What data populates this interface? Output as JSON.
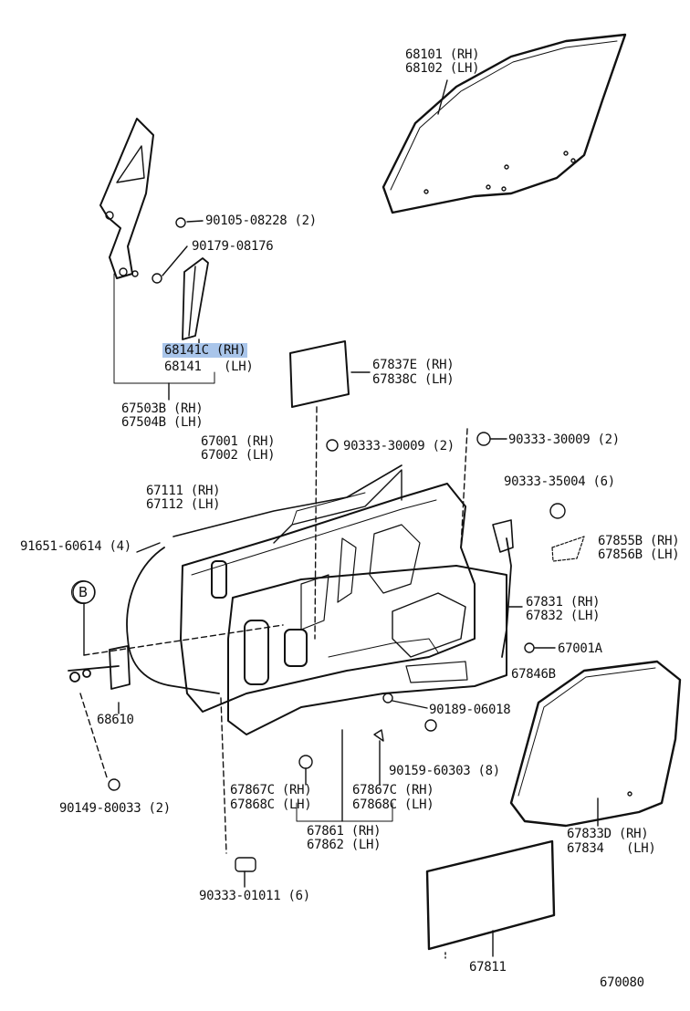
{
  "colors": {
    "ink": "#111111",
    "highlight": "#a9c5ea"
  },
  "labels": {
    "p68101": "68101 (RH)",
    "p68102": "68102 (LH)",
    "p90105": "90105-08228 (2)",
    "p90179": "90179-08176",
    "p68141c": "68141C (RH)",
    "p68141": "68141   (LH)",
    "p67837e": "67837E (RH)",
    "p67838c": "67838C (LH)",
    "p67503b": "67503B (RH)",
    "p67504b": "67504B (LH)",
    "p67001": "67001 (RH)",
    "p67002": "67002 (LH)",
    "p90333_30009_a": "90333-30009 (2)",
    "p90333_30009_b": "90333-30009 (2)",
    "p67111": "67111 (RH)",
    "p67112": "67112 (LH)",
    "p90333_35004": "90333-35004 (6)",
    "p91651": "91651-60614 (4)",
    "p67855b": "67855B (RH)",
    "p67856b": "67856B (LH)",
    "p67831": "67831 (RH)",
    "p67832": "67832 (LH)",
    "p67001a": "67001A",
    "p67846b": "67846B",
    "p90189": "90189-06018",
    "p68610": "68610",
    "p90159": "90159-60303 (8)",
    "p67867c_a": "67867C (RH)",
    "p67868c_a": "67868C (LH)",
    "p67867c_b": "67867C (RH)",
    "p67868c_b": "67868C (LH)",
    "p90149": "90149-80033 (2)",
    "p67833d": "67833D (RH)",
    "p67834": "67834   (LH)",
    "p67861": "67861 (RH)",
    "p67862": "67862 (LH)",
    "p90333_01011": "90333-01011 (6)",
    "p67811": "67811",
    "ref_b": "B",
    "diagram_no": "670080"
  }
}
